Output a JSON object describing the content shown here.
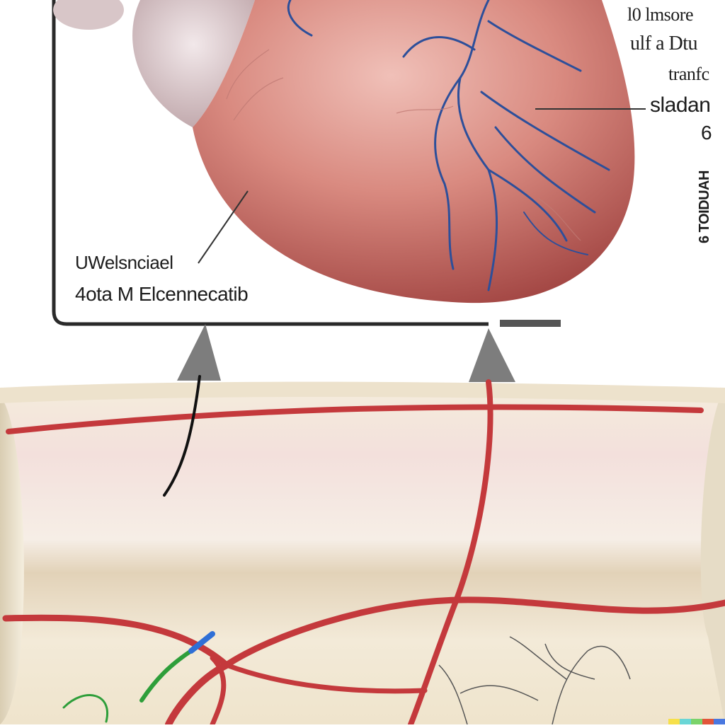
{
  "figure": {
    "labels": {
      "bottom_left_1": "UWelsnciael",
      "bottom_left_2": "4ota M Elcennecatib",
      "right_1": "l0 lmsore",
      "right_2": "ulf a Dtu",
      "right_3": "tranfc",
      "right_4": "sladan",
      "right_5": "6",
      "right_vertical": "6 TOIDUAH"
    },
    "colors": {
      "heart_muscle": "#c86a62",
      "heart_highlight": "#eab0a8",
      "coronary_vessels": "#2d4f9a",
      "artery_red": "#c4393c",
      "tissue_cream": "#f1e8d6",
      "frame_line": "#222222",
      "arrow_gray": "#7d7d7d"
    },
    "watermark_colors": [
      "#f7e04a",
      "#6ad6d6",
      "#7ad36a",
      "#e2553a",
      "#4a78e0"
    ]
  }
}
